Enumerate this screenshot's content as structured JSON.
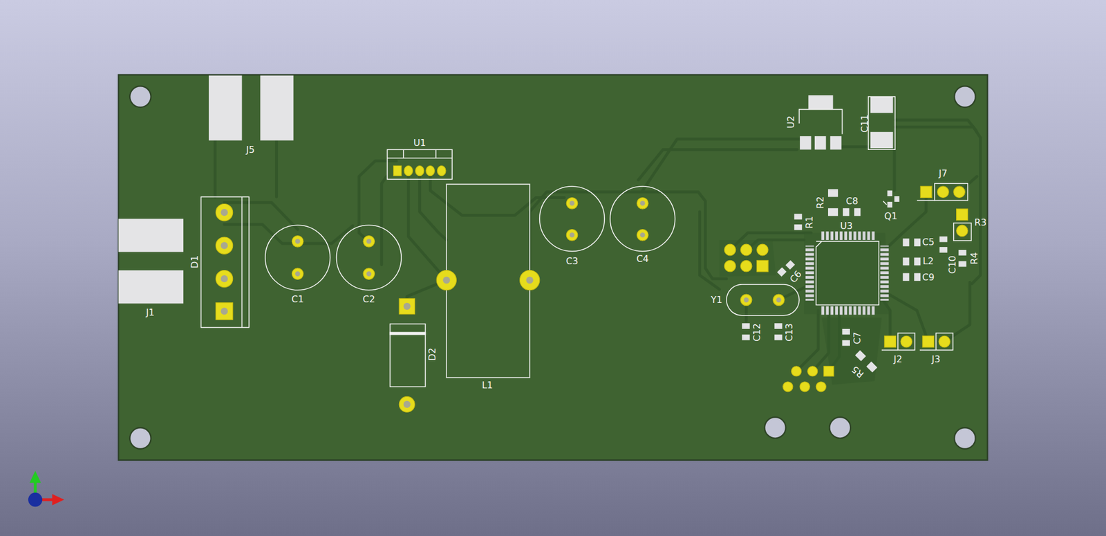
{
  "diagram": {
    "labels": [
      "U2",
      "C11",
      "J5",
      "U1",
      "J7",
      "R2",
      "C8",
      "Q1",
      "R3",
      "R1",
      "U3",
      "C5",
      "C3",
      "C4",
      "D1",
      "L2",
      "R4",
      "C10",
      "C6",
      "C9",
      "C1",
      "C2",
      "Y1",
      "D2",
      "C12",
      "C13",
      "C7",
      "J1",
      "J2",
      "J3",
      "R5",
      "L1"
    ]
  }
}
